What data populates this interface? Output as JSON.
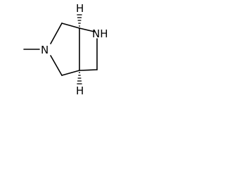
{
  "molecule": {
    "atoms": {
      "n_ring_label": "N",
      "nh_label": "NH",
      "h_top_label": "H",
      "h_bottom_label": "H"
    },
    "colors": {
      "line": "#000000",
      "background": "#ffffff"
    }
  }
}
